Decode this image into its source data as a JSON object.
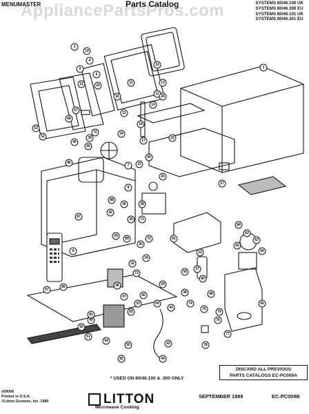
{
  "watermark": "AppliancePartsPros.com",
  "header": {
    "brand": "MENUMASTER",
    "title": "Parts Catalog",
    "models": [
      "SYSTEMS 80/46.100 UK",
      "SYSTEMS 80/46.300 EU",
      "SYSTEMS 80/46.101 UK",
      "SYSTEMS 80/46.301 EU"
    ]
  },
  "callouts": [
    "1",
    "3",
    "4",
    "5",
    "6",
    "7",
    "8",
    "9",
    "10",
    "11",
    "12",
    "13",
    "14",
    "15",
    "16",
    "17",
    "18",
    "19",
    "20",
    "21",
    "22",
    "23",
    "24",
    "25",
    "26",
    "27",
    "28",
    "29",
    "30",
    "31",
    "32",
    "33",
    "34",
    "35",
    "36",
    "37",
    "38",
    "39",
    "40",
    "41",
    "42",
    "43",
    "44",
    "45",
    "46",
    "47",
    "48",
    "49",
    "50",
    "51",
    "52",
    "53",
    "54",
    "55",
    "56",
    "57",
    "58",
    "59",
    "60",
    "61",
    "62",
    "63",
    "64",
    "65",
    "66",
    "67",
    "68",
    "69",
    "70",
    "71",
    "72",
    "73",
    "74",
    "75",
    "76",
    "77",
    "78",
    "79",
    "80",
    "81",
    "82",
    "83",
    "84",
    "85",
    "86",
    "87",
    "88",
    "89"
  ],
  "notes": {
    "used_on": "* USED ON 80/46.100 & .300 ONLY",
    "discard": [
      "DISCARD ALL PREVIOUS",
      "PARTS CATALOGS EC-PC009A"
    ]
  },
  "footer": {
    "left": [
      "e59008",
      "Printed in U.S.A.",
      "©Litton Systems, Inc. 1989"
    ],
    "logo_text": "LITTON",
    "logo_sub": "Microwave Cooking",
    "date": "SEPTEMBER 1989",
    "code": "EC-PC009B"
  }
}
